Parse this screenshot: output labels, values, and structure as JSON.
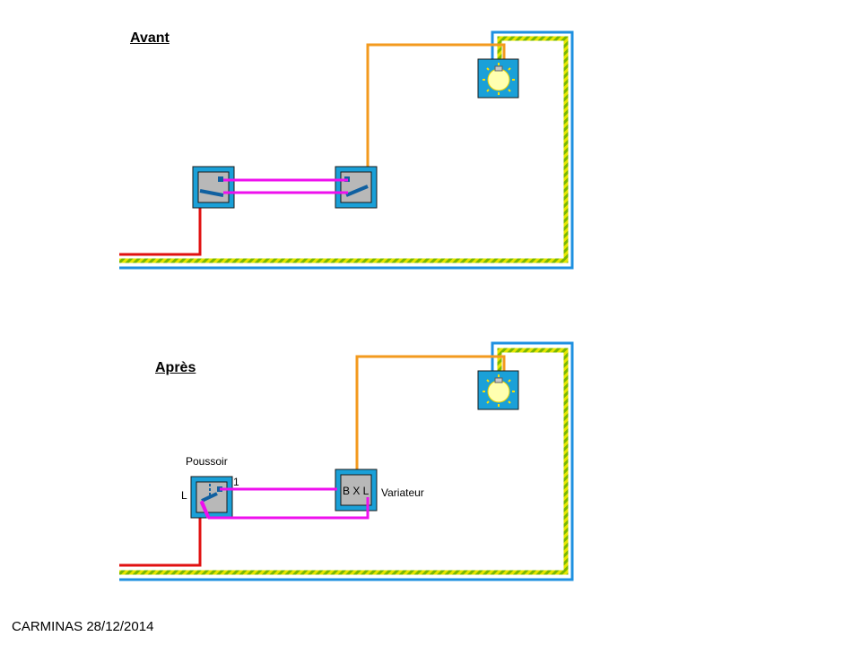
{
  "avant": {
    "title": "Avant"
  },
  "apres": {
    "title": "Après",
    "pushbutton_label": "Poussoir",
    "pushbutton_terminal_l": "L",
    "pushbutton_terminal_1": "1",
    "dimmer_terminals": "B X L",
    "dimmer_label": "Variateur"
  },
  "footer": {
    "credit": "CARMINAS 28/12/2014"
  },
  "colors": {
    "phase": "#e01010",
    "neutral": "#1e90e0",
    "earth_yellow": "#e6e600",
    "earth_green": "#7ab800",
    "lamp_return": "#f39a1e",
    "traveller": "#ee10ee",
    "box_blue": "#1aa0d8",
    "box_inner": "#b8b8b8",
    "switch_dark": "#1060a0",
    "lamp_glow": "#ffffb0",
    "lamp_ray": "#ffe000"
  },
  "icons": [
    "switch-icon",
    "bulb-icon",
    "pushbutton-icon",
    "dimmer-icon"
  ]
}
